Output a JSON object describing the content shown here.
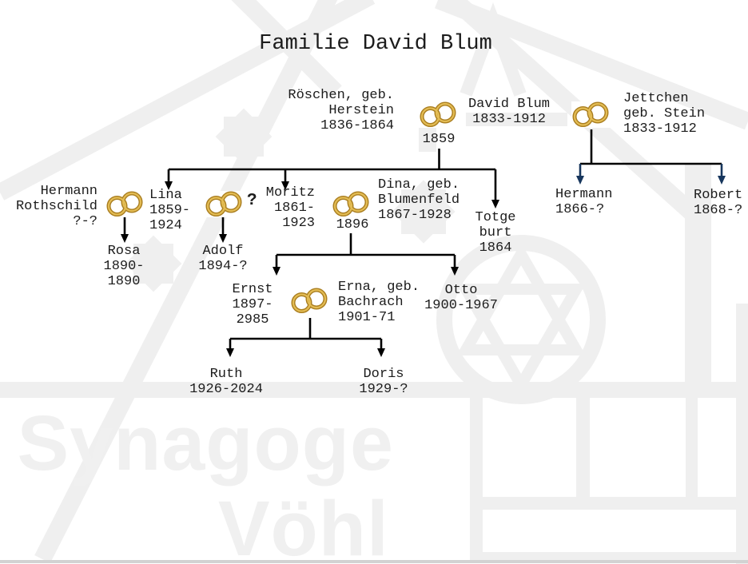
{
  "title": "Familie David Blum",
  "watermark": {
    "line1": "Synagoge",
    "line2": "Vöhl"
  },
  "colors": {
    "text": "#1c1c1c",
    "tree_line": "#000000",
    "accent_arrow": "#17365d",
    "ring_gold": "#a97d1f",
    "ring_gold_light": "#e3bc54",
    "watermark": "#efefef",
    "footer_line": "#d2d2d2"
  },
  "marriages": {
    "david_roeschen_year": "1859",
    "moritz_dina_year": "1896",
    "unknown_spouse_mark": "?"
  },
  "people": {
    "roeschen": {
      "lines": [
        "Röschen, geb.",
        "Herstein",
        "1836-1864"
      ]
    },
    "david": {
      "lines": [
        "David Blum",
        "1833-1912"
      ]
    },
    "jettchen": {
      "lines": [
        "Jettchen",
        "geb. Stein",
        "1833-1912"
      ]
    },
    "hermann_rothschild": {
      "lines": [
        "Hermann",
        "Rothschild",
        "?-?"
      ]
    },
    "lina": {
      "lines": [
        "Lina",
        "1859-",
        "1924"
      ]
    },
    "moritz": {
      "lines": [
        "Moritz",
        "1861-",
        "1923"
      ]
    },
    "dina": {
      "lines": [
        "Dina, geb.",
        "Blumenfeld",
        "1867-1928"
      ]
    },
    "totgeburt": {
      "lines": [
        "Totge",
        "burt",
        "1864"
      ]
    },
    "hermann": {
      "lines": [
        "Hermann",
        "1866-?"
      ]
    },
    "robert": {
      "lines": [
        "Robert",
        "1868-?"
      ]
    },
    "rosa": {
      "lines": [
        "Rosa",
        "1890-",
        "1890"
      ]
    },
    "adolf": {
      "lines": [
        "Adolf",
        "1894-?"
      ]
    },
    "ernst": {
      "lines": [
        "Ernst",
        "1897-",
        "2985"
      ]
    },
    "erna": {
      "lines": [
        "Erna, geb.",
        "Bachrach",
        "1901-71"
      ]
    },
    "otto": {
      "lines": [
        "Otto",
        "1900-1967"
      ]
    },
    "ruth": {
      "lines": [
        "Ruth",
        "1926-2024"
      ]
    },
    "doris": {
      "lines": [
        "Doris",
        "1929-?"
      ]
    }
  }
}
